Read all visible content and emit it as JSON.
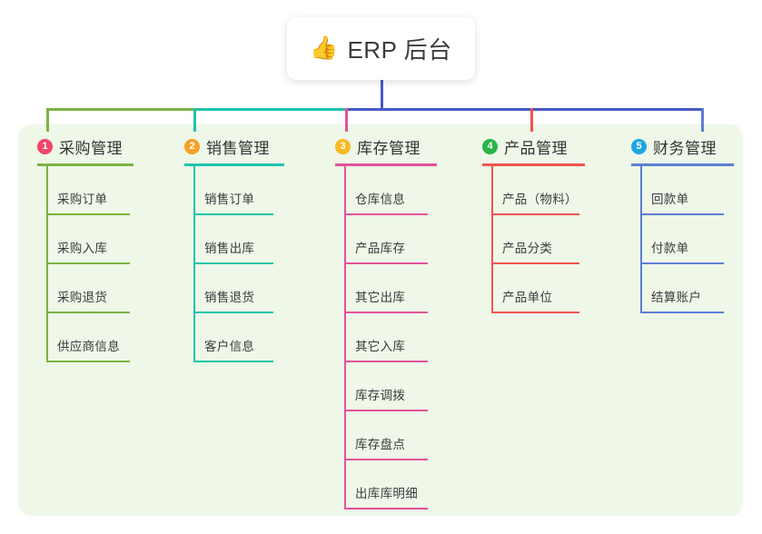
{
  "diagram": {
    "type": "mindmap",
    "root": {
      "icon": "thumbs-up-emoji",
      "emoji": "👍",
      "title": "ERP 后台"
    },
    "panel_color": "#eef7e8",
    "trunk_color": "#4a5ac8",
    "branches": [
      {
        "index": "1",
        "badge": "1",
        "badge_color": "#f2456a",
        "color": "#7cb342",
        "title": "采购管理",
        "children": [
          {
            "label": "采购订单"
          },
          {
            "label": "采购入库"
          },
          {
            "label": "采购退货"
          },
          {
            "label": "供应商信息"
          }
        ]
      },
      {
        "index": "2",
        "badge": "2",
        "badge_color": "#f5a126",
        "color": "#1ec4ab",
        "title": "销售管理",
        "children": [
          {
            "label": "销售订单"
          },
          {
            "label": "销售出库"
          },
          {
            "label": "销售退货"
          },
          {
            "label": "客户信息"
          }
        ]
      },
      {
        "index": "3",
        "badge": "3",
        "badge_color": "#f7b924",
        "color": "#e4529a",
        "title": "库存管理",
        "children": [
          {
            "label": "仓库信息"
          },
          {
            "label": "产品库存"
          },
          {
            "label": "其它出库"
          },
          {
            "label": "其它入库"
          },
          {
            "label": "库存调拨"
          },
          {
            "label": "库存盘点"
          },
          {
            "label": "出库库明细"
          }
        ]
      },
      {
        "index": "4",
        "badge": "4",
        "badge_color": "#28b446",
        "color": "#f2534f",
        "title": "产品管理",
        "children": [
          {
            "label": "产品（物料）"
          },
          {
            "label": "产品分类"
          },
          {
            "label": "产品单位"
          }
        ]
      },
      {
        "index": "5",
        "badge": "5",
        "badge_color": "#1ca7e0",
        "color": "#5b7fd4",
        "title": "财务管理",
        "children": [
          {
            "label": "回款单"
          },
          {
            "label": "付款单"
          },
          {
            "label": "结算账户"
          }
        ]
      }
    ]
  }
}
